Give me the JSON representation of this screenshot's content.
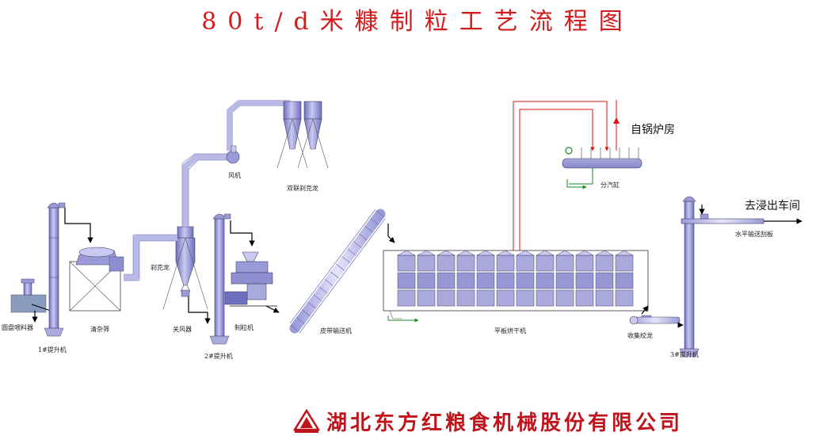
{
  "title": "80t/d米糠制粒工艺流程图",
  "company": "湖北东方红粮食机械股份有限公司",
  "colors": {
    "title": "#d41a1a",
    "company": "#c0141c",
    "steam": "#e01010",
    "water": "#1a8a2a",
    "equipment": "#8e8ed0",
    "pipe": "#b9b9e6",
    "arrow": "#000000"
  },
  "labels": {
    "feeder": "圆盘喂料器",
    "elevator1": "1#提升机",
    "cleaner": "清杂筛",
    "cyclone": "刹克龙",
    "airlock": "关风器",
    "fan": "风机",
    "twin_cyclone": "双联刹克龙",
    "elevator2": "2#提升机",
    "pelletizer": "制粒机",
    "belt_conveyor": "皮带输送机",
    "dryer": "平板烘干机",
    "collect_auger": "收集绞龙",
    "elevator3": "3#提升机",
    "scraper": "水平输送刮板",
    "steam_header": "分汽缸",
    "from_boiler": "自锅炉房",
    "to_extraction": "去浸出车间"
  }
}
